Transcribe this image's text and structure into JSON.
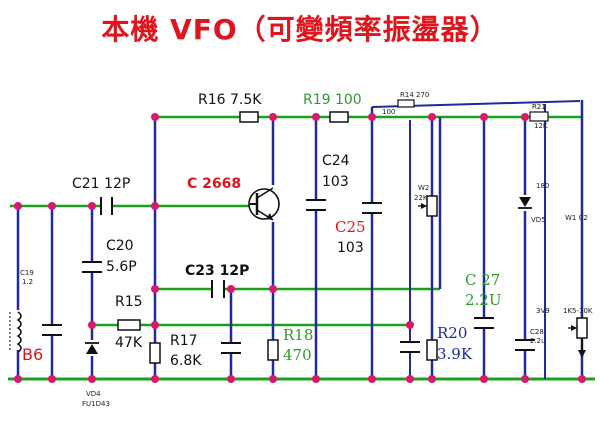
{
  "title": "本機 VFO（可變頻率振盪器）",
  "colors": {
    "title": "#e0141c",
    "green_wire": "#1aa11a",
    "blue_wire": "#1f2a9c",
    "node": "#d8196f",
    "red_label": "#e0141c",
    "blue_label": "#1f2a9c",
    "green_label": "#2f9a2f"
  },
  "labels": {
    "r16": "R16 7.5K",
    "r19": "R19 100",
    "r14": "R14 270",
    "r14_val": "100",
    "r21": "R21",
    "r21_val": "12K",
    "c21": "C21 12P",
    "c2668": "C 2668",
    "c24": "C24",
    "c24_val": "103",
    "w2": "W2",
    "w2_val": "22K",
    "v180": "180",
    "w1c2": "W1 C2",
    "c20": "C20",
    "c20_val": "5.6P",
    "c25": "C25",
    "c25_val": "103",
    "vd5": "VD5",
    "c23": "C23 12P",
    "c27": "C 27",
    "c27_val": "2.2U",
    "r15": "R15",
    "r15_val": "47K",
    "c19": "C19",
    "c19_val": "1.2",
    "v3": "3V9",
    "c28": "C28",
    "c28_val": "2.2u",
    "r20": "R20",
    "r20_val": "3.9K",
    "r17": "R17",
    "r17_val": "6.8K",
    "r18": "R18",
    "r18_val": "470",
    "b6": "B6",
    "vd4": "VD4",
    "vd4_part": "FU1D43",
    "pot": "1K5-10K"
  }
}
